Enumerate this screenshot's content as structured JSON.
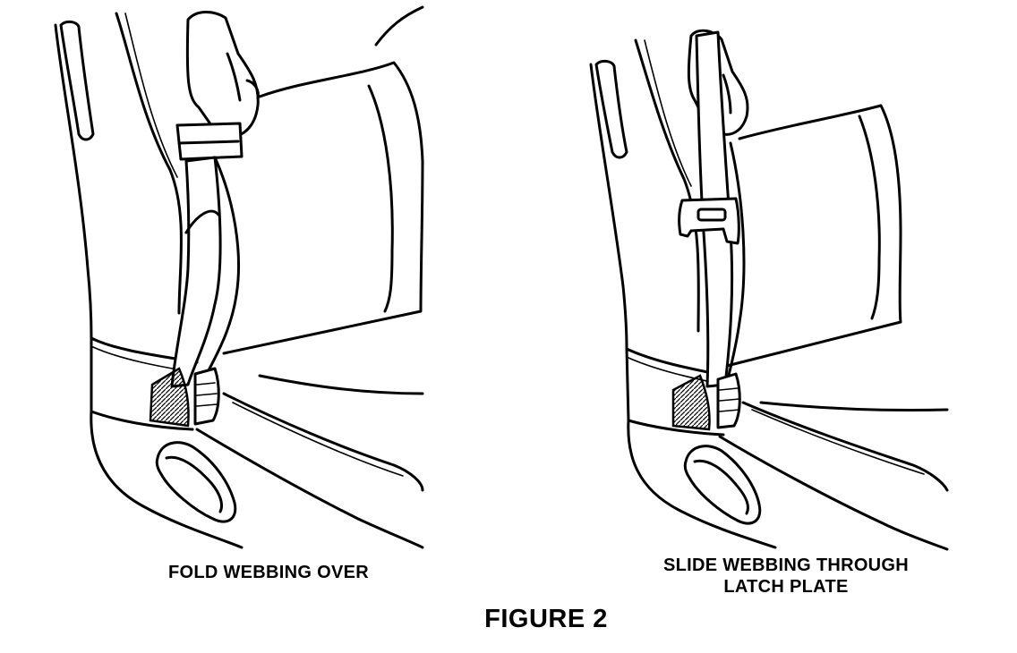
{
  "figure": {
    "title": "FIGURE 2",
    "panels": [
      {
        "caption": "FOLD WEBBING OVER"
      },
      {
        "caption": "SLIDE WEBBING THROUGH\nLATCH PLATE"
      }
    ]
  }
}
